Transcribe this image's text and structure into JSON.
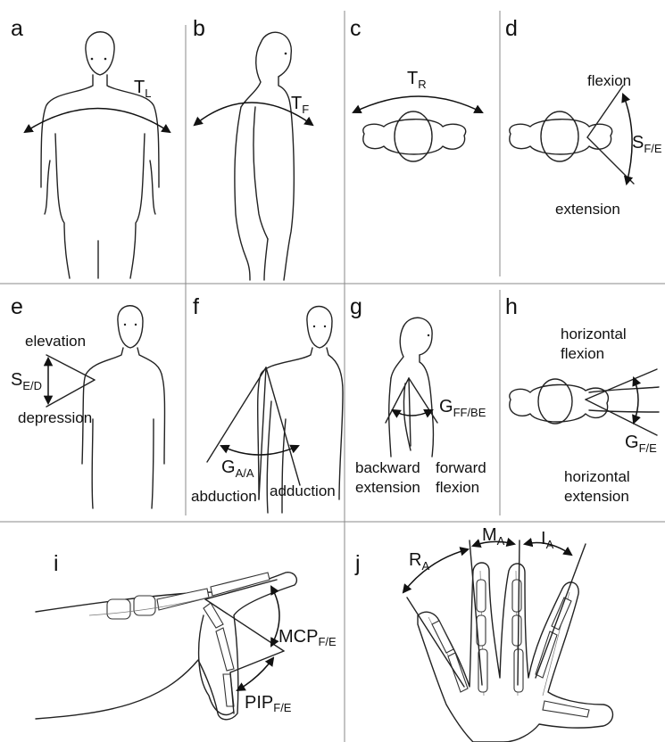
{
  "panels": {
    "a": {
      "letter": "a",
      "symbol": "T",
      "sub": "L"
    },
    "b": {
      "letter": "b",
      "symbol": "T",
      "sub": "F"
    },
    "c": {
      "letter": "c",
      "symbol": "T",
      "sub": "R"
    },
    "d": {
      "letter": "d",
      "symbol": "S",
      "sub": "F/E",
      "flexion": "flexion",
      "extension": "extension"
    },
    "e": {
      "letter": "e",
      "symbol": "S",
      "sub": "E/D",
      "elevation": "elevation",
      "depression": "depression"
    },
    "f": {
      "letter": "f",
      "symbol": "G",
      "sub": "A/A",
      "abduction": "abduction",
      "adduction": "adduction"
    },
    "g": {
      "letter": "g",
      "symbol": "G",
      "sub": "FF/BE",
      "backward1": "backward",
      "backward2": "extension",
      "forward1": "forward",
      "forward2": "flexion"
    },
    "h": {
      "letter": "h",
      "symbol": "G",
      "sub": "F/E",
      "hflex1": "horizontal",
      "hflex2": "flexion",
      "hext1": "horizontal",
      "hext2": "extension"
    },
    "i": {
      "letter": "i",
      "mcp": "MCP",
      "mcp_sub": "F/E",
      "pip": "PIP",
      "pip_sub": "F/E"
    },
    "j": {
      "letter": "j",
      "ra": "R",
      "ra_sub": "A",
      "ma": "M",
      "ma_sub": "A",
      "ia": "I",
      "ia_sub": "A"
    }
  }
}
